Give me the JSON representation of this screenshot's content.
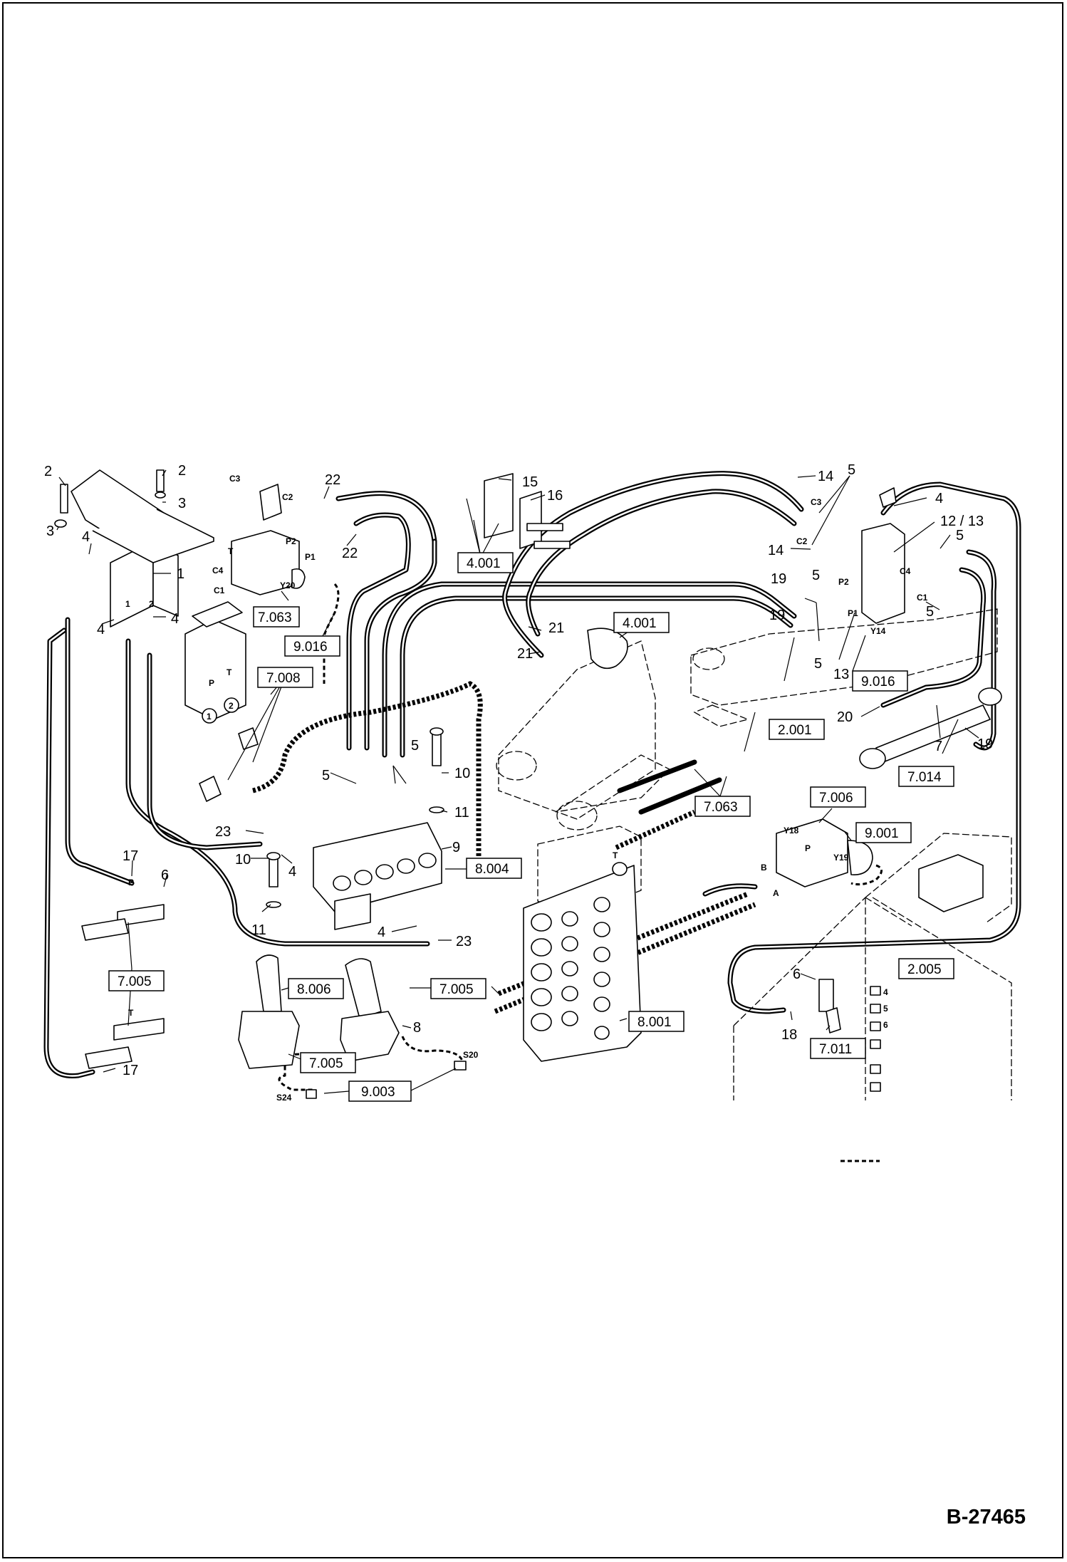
{
  "drawing_id": "B-27465",
  "callouts": {
    "c2a": "2",
    "c2b": "2",
    "c3a": "3",
    "c3b": "3",
    "c1": "1",
    "c4a": "4",
    "c4b": "4",
    "c4c": "4",
    "c4d": "4",
    "c4e": "4",
    "c4f": "4",
    "c22a": "22",
    "c22b": "22",
    "c15": "15",
    "c16": "16",
    "c14a": "14",
    "c14b": "14",
    "c5a": "5",
    "c5b": "5",
    "c5c": "5",
    "c5d": "5",
    "c5e": "5",
    "c5f": "5",
    "c5g": "5",
    "c12_13": "12 / 13",
    "c13": "13",
    "c19a": "19",
    "c19b": "19",
    "c19c": "19",
    "c21a": "21",
    "c21b": "21",
    "c20": "20",
    "c7": "7",
    "c10a": "10",
    "c10b": "10",
    "c11a": "11",
    "c11b": "11",
    "c9": "9",
    "c23a": "23",
    "c23b": "23",
    "c17a": "17",
    "c17b": "17",
    "c6a": "6",
    "c6b": "6",
    "c8": "8",
    "c18": "18"
  },
  "refs": {
    "r7063a": "7.063",
    "r9016a": "9.016",
    "r7008": "7.008",
    "r4001a": "4.001",
    "r4001b": "4.001",
    "r9016b": "9.016",
    "r2001": "2.001",
    "r7014": "7.014",
    "r7063b": "7.063",
    "r8004": "8.004",
    "r7006": "7.006",
    "r9001": "9.001",
    "r7005a": "7.005",
    "r8006": "8.006",
    "r7005b": "7.005",
    "r7005c": "7.005",
    "r9003": "9.003",
    "r8001": "8.001",
    "r2005": "2.005",
    "r7011": "7.011"
  },
  "ports": {
    "p_c3a": "C3",
    "p_c2a": "C2",
    "p_p2a": "P2",
    "p_p1a": "P1",
    "p_c4a": "C4",
    "p_c1a": "C1",
    "p_t": "T",
    "p_y20": "Y20",
    "p_ta": "T",
    "p_pa": "P",
    "p_circ1": "1",
    "p_circ2": "2",
    "p_circ1b": "1",
    "p_circ2b": "2",
    "p_c3b": "C3",
    "p_c2b": "C2",
    "p_p2b": "P2",
    "p_p1b": "P1",
    "p_c4b": "C4",
    "p_c1b": "C1",
    "p_y14": "Y14",
    "p_y18": "Y18",
    "p_y19": "Y19",
    "p_s20": "S20",
    "p_s24": "S24",
    "p_mp": "P",
    "p_mt": "T",
    "p_b": "B",
    "p_a": "A",
    "p_tv": "T",
    "p_pv": "P",
    "t4": "4",
    "t5": "5",
    "t6": "6"
  }
}
